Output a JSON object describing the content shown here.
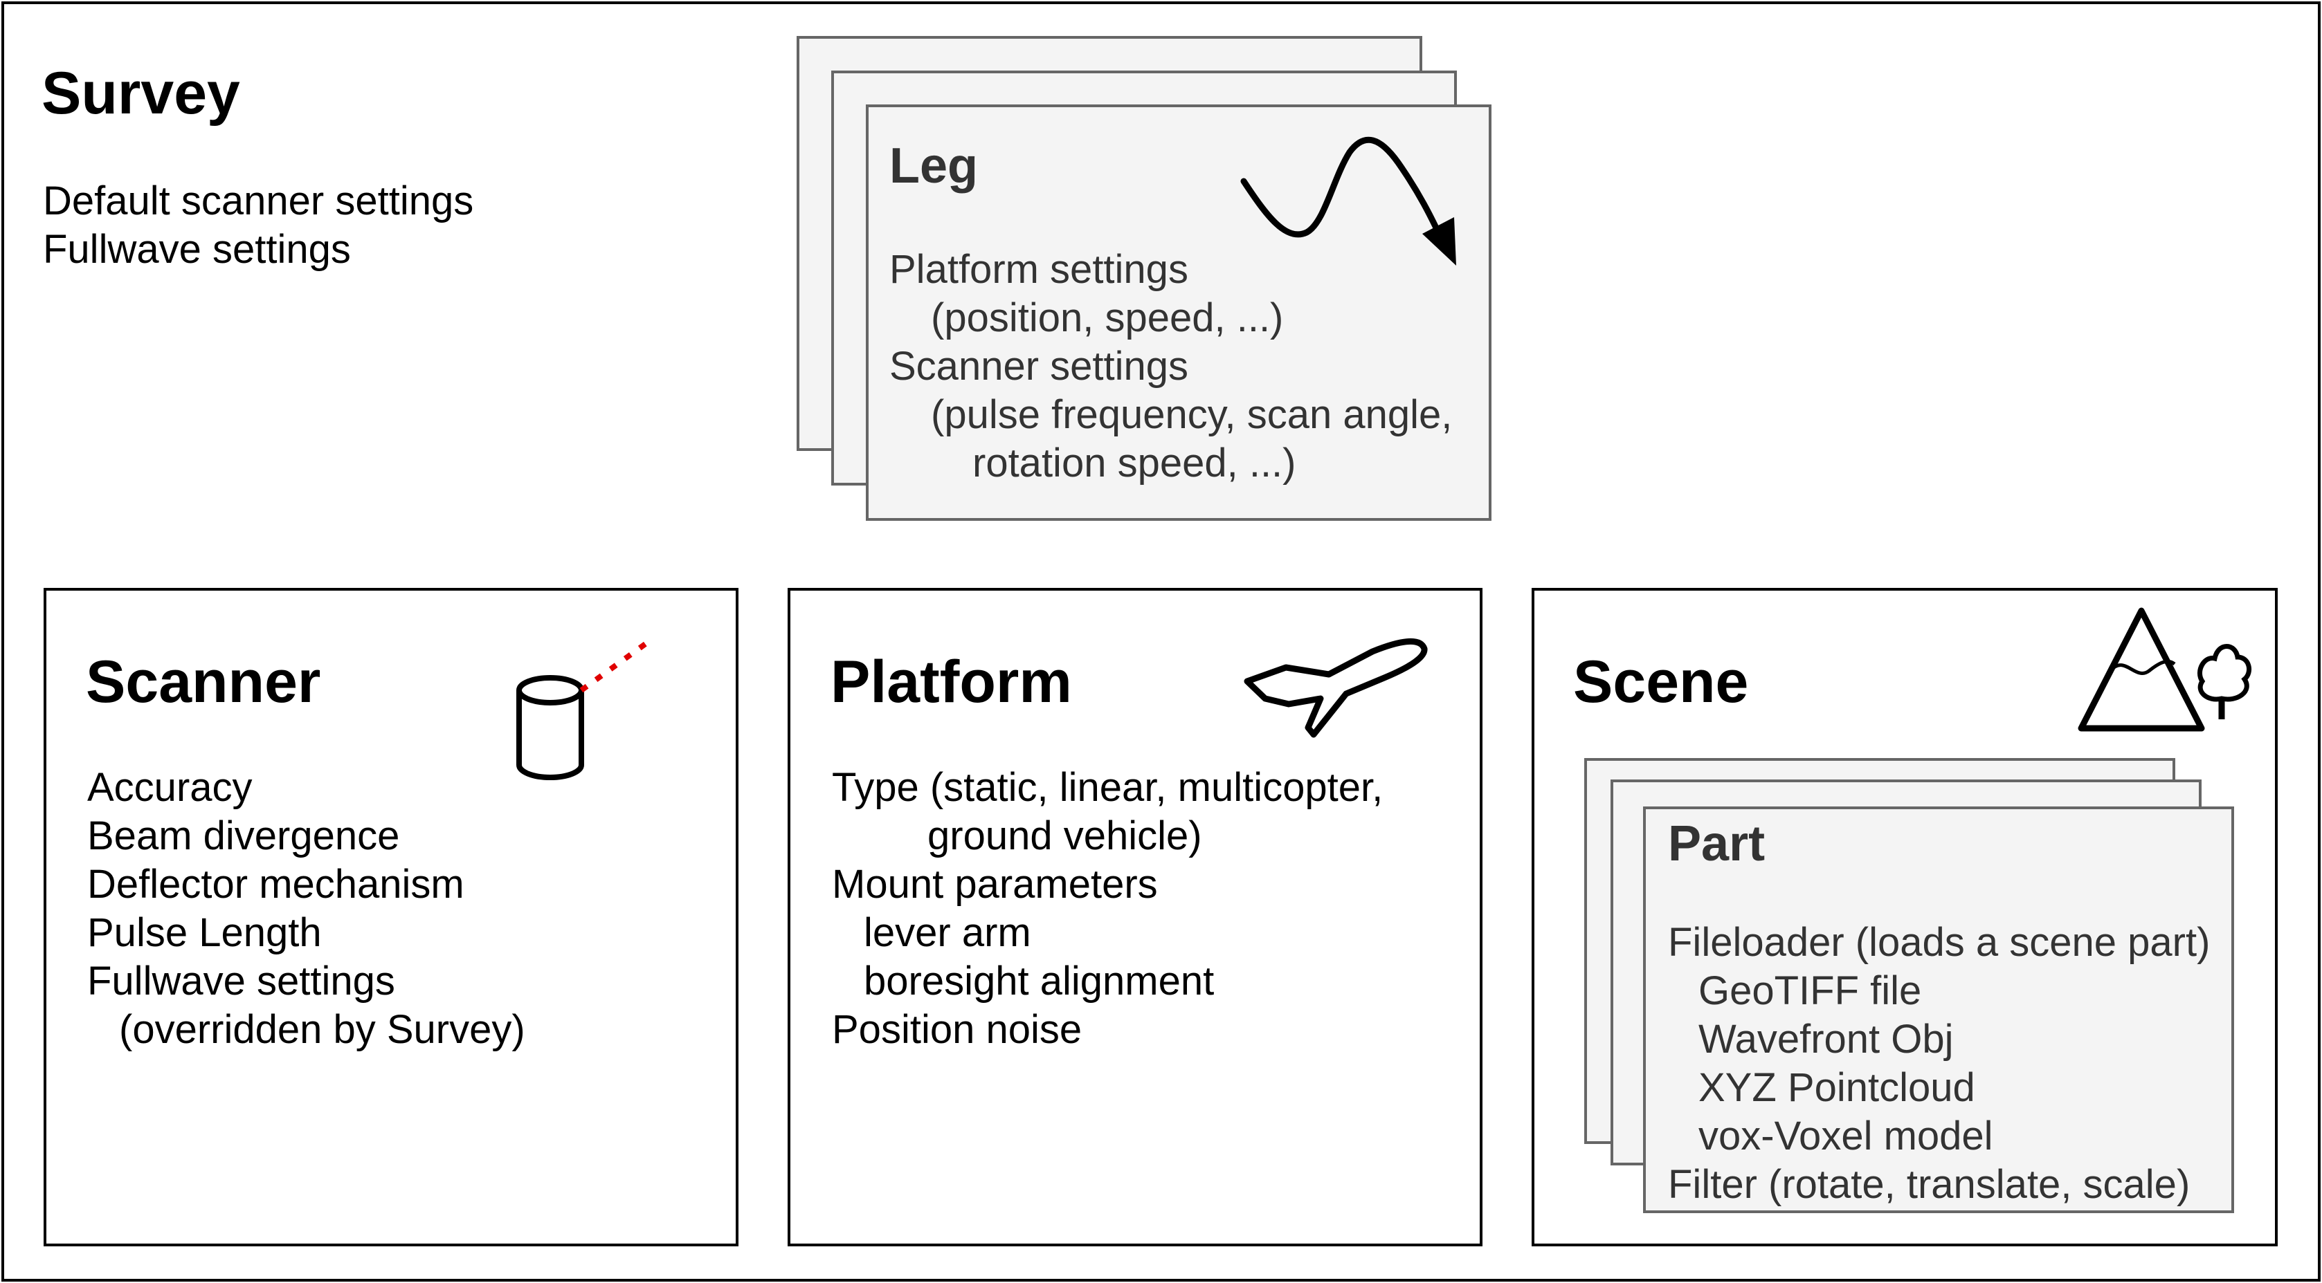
{
  "survey": {
    "title": "Survey",
    "lines": [
      "Default scanner settings",
      "Fullwave settings"
    ]
  },
  "leg": {
    "title": "Leg",
    "lines": [
      {
        "text": "Platform settings",
        "indent": 0
      },
      {
        "text": "(position, speed, ...)",
        "indent": 1
      },
      {
        "text": "Scanner settings",
        "indent": 0
      },
      {
        "text": "(pulse frequency, scan angle,",
        "indent": 1
      },
      {
        "text": "rotation speed, ...)",
        "indent": 2
      }
    ]
  },
  "scanner": {
    "title": "Scanner",
    "lines": [
      {
        "text": "Accuracy",
        "indent": 0
      },
      {
        "text": "Beam divergence",
        "indent": 0
      },
      {
        "text": "Deflector mechanism",
        "indent": 0
      },
      {
        "text": "Pulse Length",
        "indent": 0
      },
      {
        "text": "Fullwave settings",
        "indent": 0
      },
      {
        "text": "(overridden by Survey)",
        "indent": 1
      }
    ]
  },
  "platform": {
    "title": "Platform",
    "lines": [
      {
        "text": "Type (static, linear, multicopter,",
        "indent": 0
      },
      {
        "text": "ground vehicle)",
        "indent": 3
      },
      {
        "text": "Mount parameters",
        "indent": 0
      },
      {
        "text": "lever arm",
        "indent": 1
      },
      {
        "text": "boresight alignment",
        "indent": 1
      },
      {
        "text": "Position noise",
        "indent": 0
      }
    ]
  },
  "scene": {
    "title": "Scene",
    "part": {
      "title": "Part",
      "lines": [
        {
          "text": "Fileloader (loads a scene part)",
          "indent": 0
        },
        {
          "text": "GeoTIFF file",
          "indent": 1
        },
        {
          "text": "Wavefront Obj",
          "indent": 1
        },
        {
          "text": "XYZ Pointcloud",
          "indent": 1
        },
        {
          "text": "vox-Voxel model",
          "indent": 1
        },
        {
          "text": "Filter (rotate, translate, scale)",
          "indent": 0
        }
      ]
    }
  },
  "icons": {
    "leg": "wavy-arrow-icon",
    "scanner": "cylinder-laser-icon",
    "platform": "airplane-icon",
    "scene": "mountain-tree-icon"
  },
  "colors": {
    "laser": "#e00000",
    "sheet_fill": "#f4f4f4",
    "sheet_border": "#666666"
  }
}
